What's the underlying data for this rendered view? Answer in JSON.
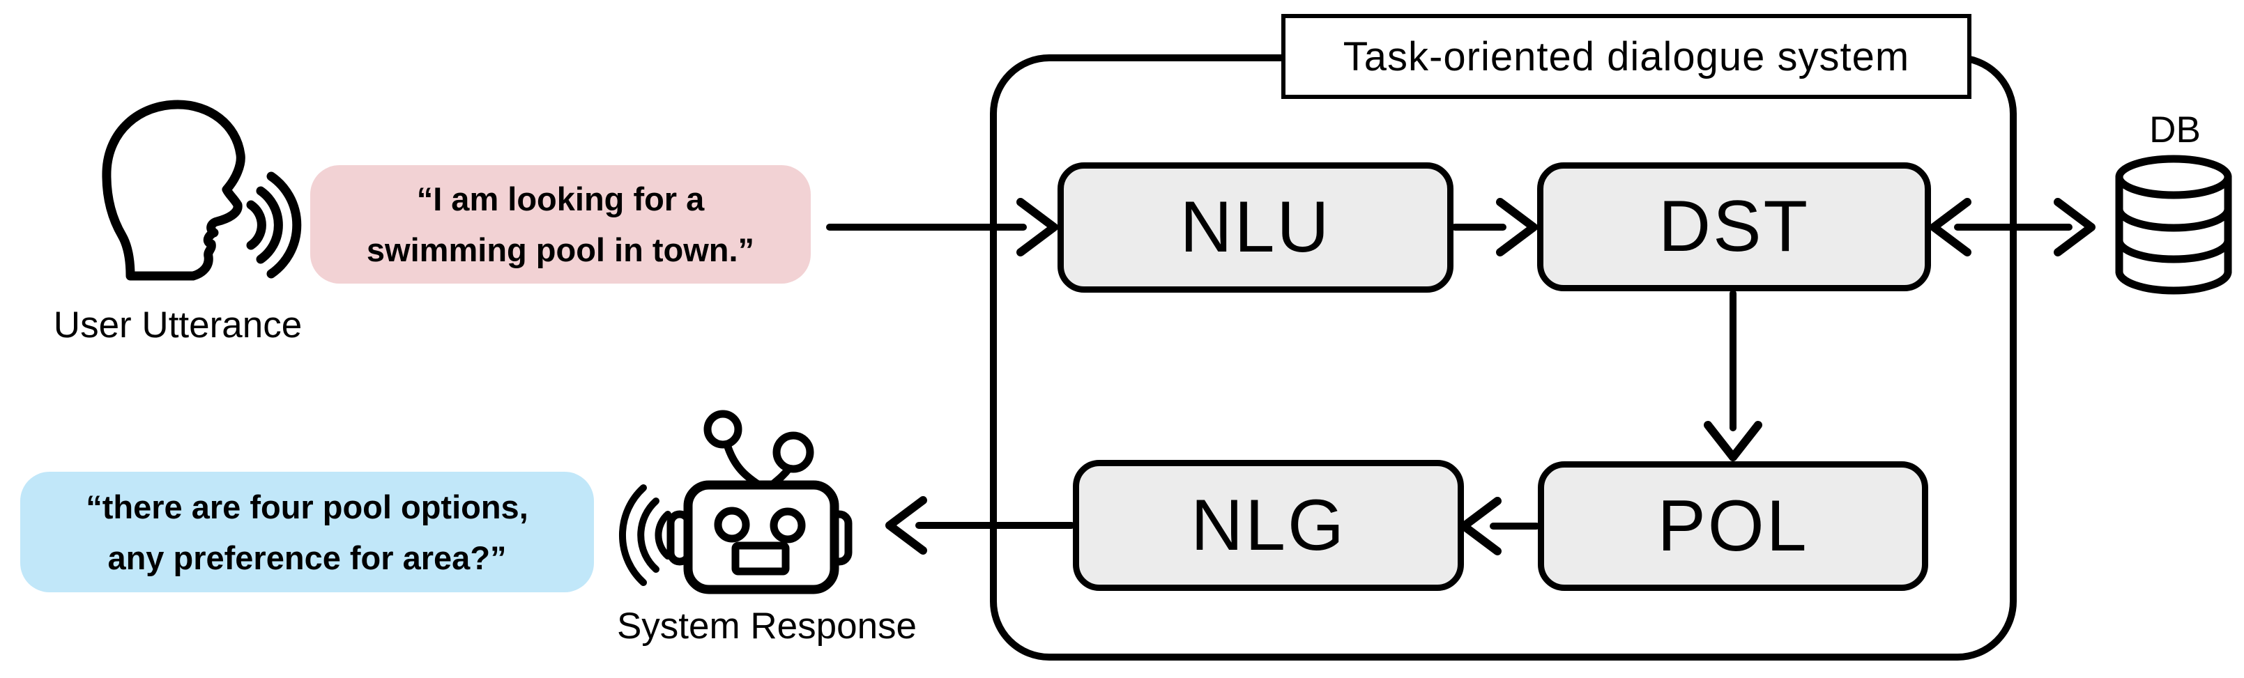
{
  "title_box": {
    "label": "Task-oriented dialogue system"
  },
  "actors": {
    "user_label": "User Utterance",
    "system_label": "System Response"
  },
  "bubbles": {
    "user": {
      "line1": "“I am looking for a",
      "line2": "swimming pool in town.”"
    },
    "system": {
      "line1": "“there are four pool options,",
      "line2": "any preference for area?”"
    }
  },
  "modules": {
    "nlu": "NLU",
    "dst": "DST",
    "nlg": "NLG",
    "pol": "POL"
  },
  "db_label": "DB",
  "colors": {
    "user_bubble": "#f2d2d4",
    "system_bubble": "#c1e7f9",
    "module_fill": "#ececec",
    "line_stroke": "#000000"
  }
}
